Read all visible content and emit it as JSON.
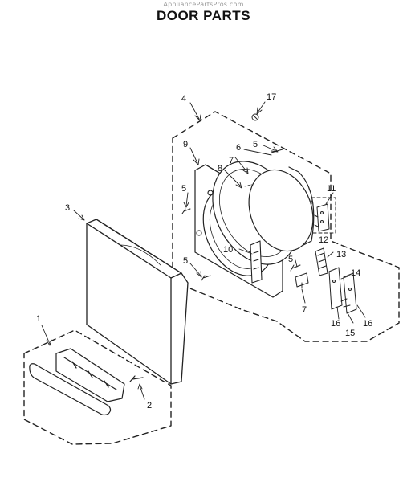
{
  "header": {
    "watermark": "AppliancePartsPros.com",
    "title": "DOOR PARTS"
  },
  "callouts": [
    "1",
    "2",
    "3",
    "4",
    "5",
    "5",
    "5",
    "5",
    "6",
    "7",
    "7",
    "8",
    "9",
    "10",
    "11",
    "12",
    "13",
    "14",
    "15",
    "16",
    "16",
    "17"
  ]
}
